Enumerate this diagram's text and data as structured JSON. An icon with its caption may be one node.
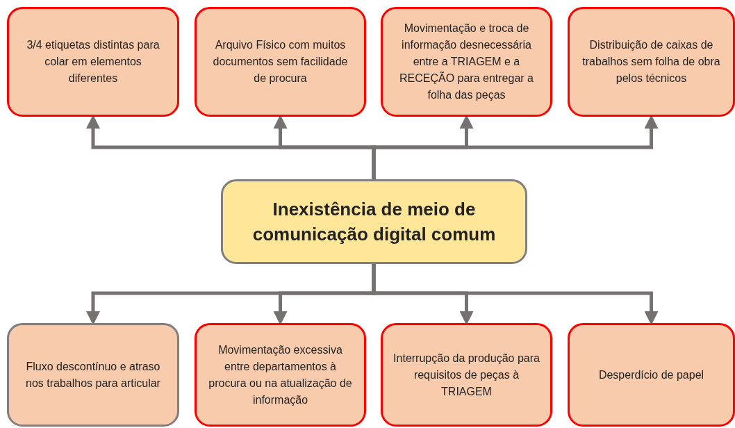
{
  "diagram": {
    "nodes": [
      {
        "text": [
          "3/4 etiquetas distintas para colar em elementos diferentes"
        ]
      },
      {
        "text": [
          "Arquivo Físico com muitos documentos sem facilidade de procura"
        ]
      },
      {
        "text": [
          "Movimentação e troca de informação desnecessária entre a TRIAGEM e a RECEÇÃO para entregar a folha das peças"
        ]
      },
      {
        "text": [
          "Distribuição de caixas de trabalhos sem folha de obra pelos técnicos"
        ]
      },
      {
        "text": [
          "Inexistência de meio de comunicação digital comum"
        ]
      },
      {
        "text": [
          "Fluxo descontínuo e atraso nos trabalhos para articular"
        ]
      },
      {
        "text": [
          "Movimentação excessiva entre departamentos à procura ou na atualização de informação"
        ]
      },
      {
        "text": [
          "Interrupção da produção para requisitos de peças à TRIAGEM"
        ]
      },
      {
        "text": [
          "Desperdício de papel"
        ]
      }
    ],
    "edges": [
      {
        "from": 4,
        "to": 0,
        "arrow": "to"
      },
      {
        "from": 4,
        "to": 1,
        "arrow": "to"
      },
      {
        "from": 4,
        "to": 2,
        "arrow": "to"
      },
      {
        "from": 4,
        "to": 3,
        "arrow": "to"
      },
      {
        "from": 4,
        "to": 5,
        "arrow": "to"
      },
      {
        "from": 4,
        "to": 6,
        "arrow": "to"
      },
      {
        "from": 4,
        "to": 7,
        "arrow": "to"
      },
      {
        "from": 4,
        "to": 8,
        "arrow": "to"
      }
    ]
  }
}
